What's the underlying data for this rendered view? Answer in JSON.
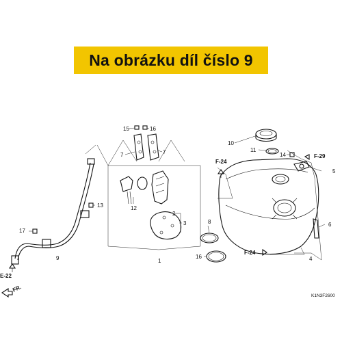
{
  "banner": {
    "text": "Na obrázku díl číslo 9",
    "color": "#f2c500"
  },
  "callouts": [
    "1",
    "2",
    "3",
    "4",
    "5",
    "6",
    "7",
    "7",
    "8",
    "9",
    "10",
    "11",
    "12",
    "13",
    "14",
    "15",
    "16",
    "16",
    "17"
  ],
  "references": [
    "F-24",
    "F-24",
    "F-29",
    "E-22"
  ],
  "direction_label": "FR.",
  "diagram_code": "K1N3F2600"
}
